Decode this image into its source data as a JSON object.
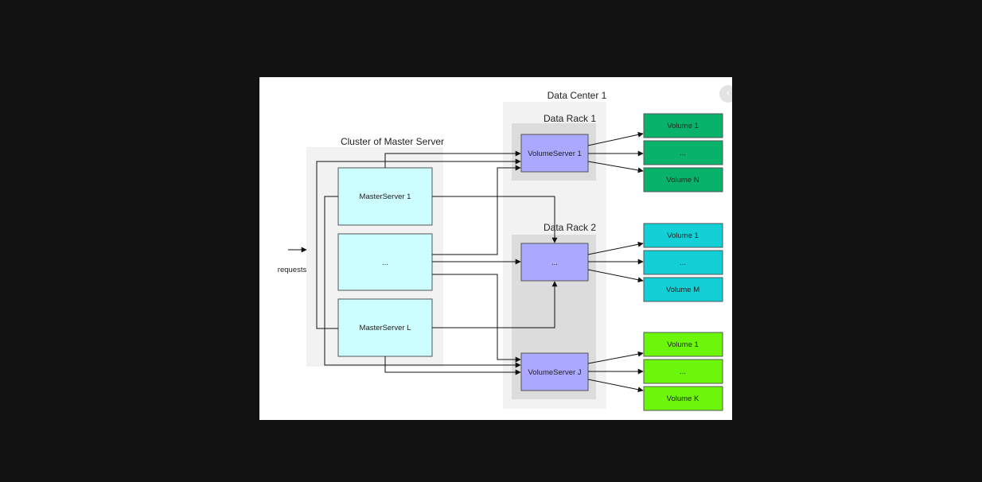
{
  "viewer": {
    "close_glyph": "‹"
  },
  "diagram": {
    "data_center_label": "Data Center 1",
    "cluster_label": "Cluster of Master Server",
    "requests_label": "requests",
    "masters": {
      "m1": "MasterServer 1",
      "m2": "...",
      "m3": "MasterServer L"
    },
    "racks": {
      "rack1": "Data Rack 1",
      "rack2": "Data Rack 2"
    },
    "volume_servers": {
      "vs1": "VolumeServer 1",
      "vs2": "...",
      "vs3": "VolumeServer J"
    },
    "volumes": {
      "g1": [
        "Volume 1",
        "...",
        "Volume N"
      ],
      "g2": [
        "Volume 1",
        "...",
        "Volume M"
      ],
      "g3": [
        "Volume 1",
        "...",
        "Volume K"
      ]
    },
    "colors": {
      "master_fill": "#ccfdff",
      "volume_server_fill": "#aaa9ff",
      "group1_fill": "#09b26a",
      "group2_fill": "#13cfd6",
      "group3_fill": "#6cf70a"
    }
  }
}
